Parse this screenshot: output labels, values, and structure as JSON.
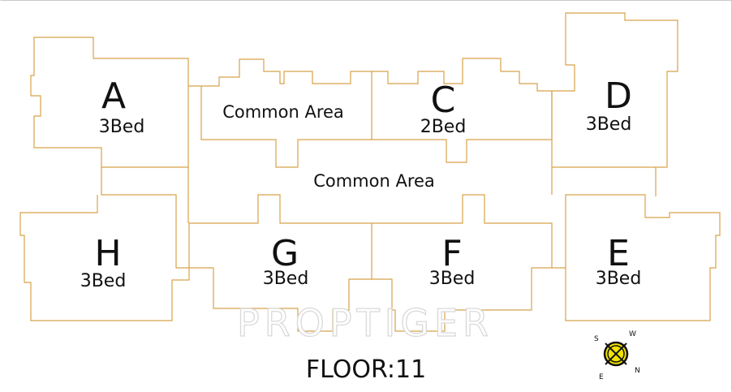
{
  "floor_label": "FLOOR:11",
  "watermark": "PROPTIGER",
  "units": [
    {
      "id": "A",
      "type": "3Bed"
    },
    {
      "id": "C",
      "type": "2Bed"
    },
    {
      "id": "D",
      "type": "3Bed"
    },
    {
      "id": "H",
      "type": "3Bed"
    },
    {
      "id": "G",
      "type": "3Bed"
    },
    {
      "id": "F",
      "type": "3Bed"
    },
    {
      "id": "E",
      "type": "3Bed"
    }
  ],
  "common_areas": [
    "Common Area",
    "Common Area"
  ],
  "compass": {
    "letters": [
      "S",
      "W",
      "E",
      "N"
    ]
  },
  "colors": {
    "walls": "#d8a24a",
    "text": "#111111",
    "compass_accent": "#e8e000"
  }
}
